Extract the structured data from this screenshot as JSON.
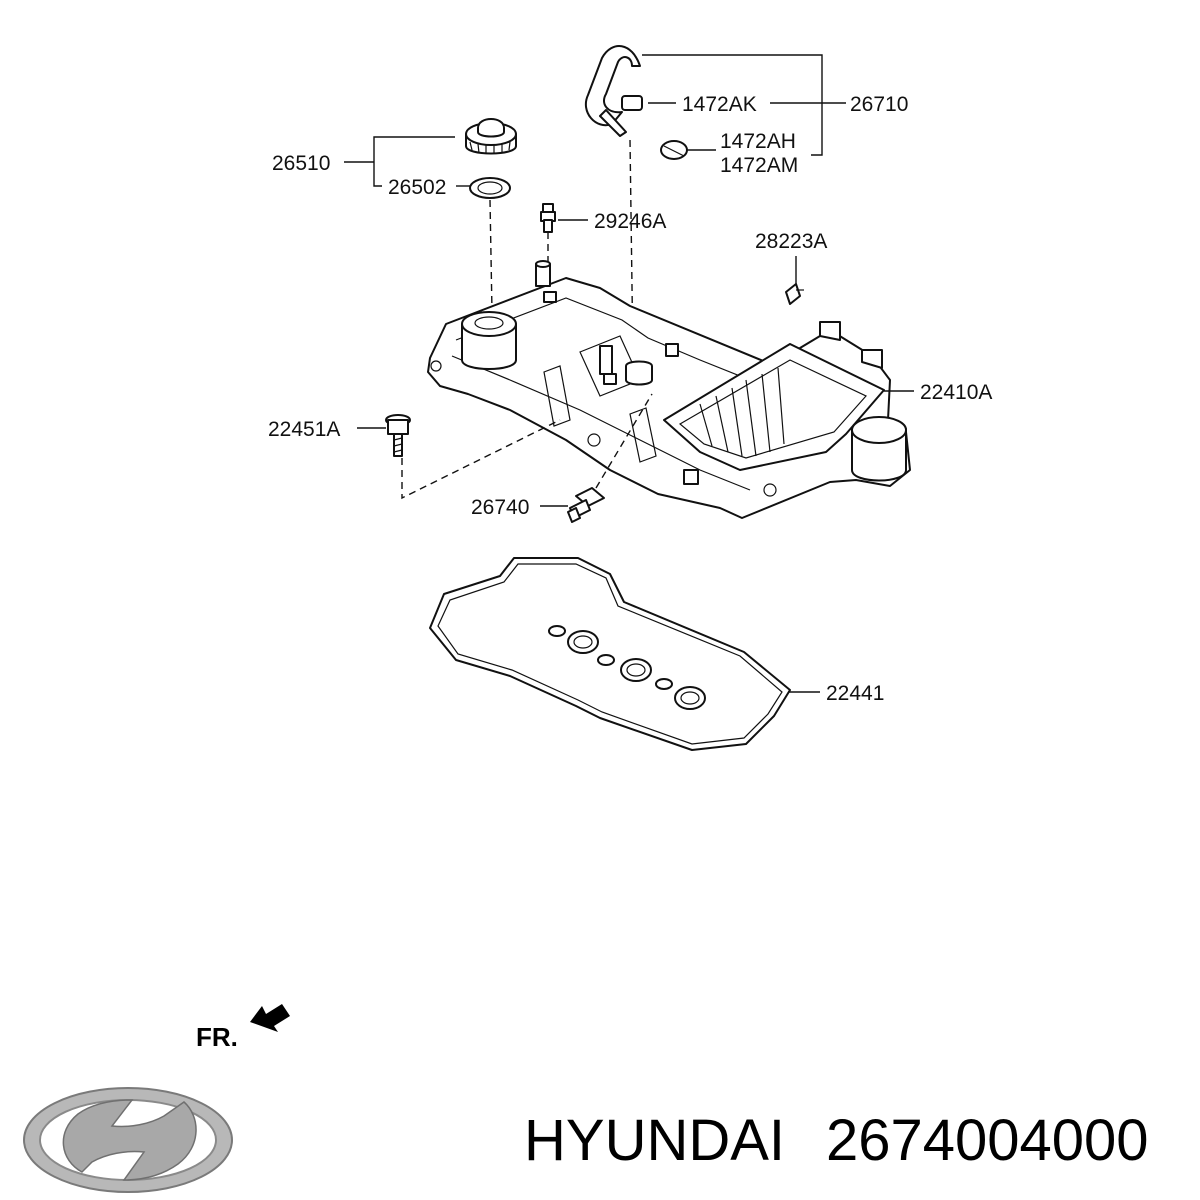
{
  "callouts": {
    "p26710": "26710",
    "p1472AK": "1472AK",
    "p1472AH": "1472AH",
    "p1472AM": "1472AM",
    "p26510": "26510",
    "p26502": "26502",
    "p29246A": "29246A",
    "p28223A": "28223A",
    "p22410A": "22410A",
    "p22451A": "22451A",
    "p26740": "26740",
    "p22441": "22441"
  },
  "direction_label": "FR.",
  "brand": {
    "name": "HYUNDAI",
    "part_number": "2674004000",
    "logo_icon": "hyundai-logo"
  }
}
